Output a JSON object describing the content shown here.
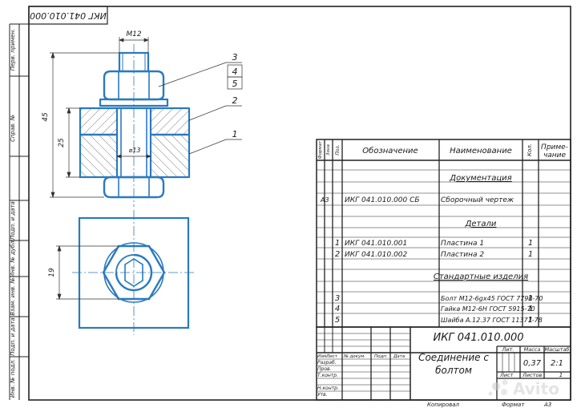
{
  "stamp_top": "ИКГ 041.010.000",
  "margin_labels": [
    "Перв. примен.",
    "Справ. №",
    "Подп. и дата",
    "Инв. № дубл.",
    "Взам. инв. №",
    "Подп. и дата",
    "Инв. № подл."
  ],
  "dimensions": {
    "thread": "M12",
    "height_total": "45",
    "height_plates": "25",
    "hole": "⌀13",
    "bottom_width": "19"
  },
  "leaders": [
    "3",
    "4",
    "5",
    "2",
    "1"
  ],
  "spec": {
    "headers": {
      "format": "Формат",
      "zone": "Зона",
      "pos": "Поз.",
      "designation": "Обозначение",
      "name": "Наименование",
      "qty": "Кол.",
      "note_line1": "Приме-",
      "note_line2": "чание"
    },
    "section_docs": "Документация",
    "section_parts": "Детали",
    "section_std": "Стандартные изделия",
    "rows": [
      {
        "fmt": "A3",
        "pos": "",
        "designation": "ИКГ 041.010.000 СБ",
        "name": "Сборочный чертеж",
        "qty": ""
      },
      {
        "fmt": "",
        "pos": "1",
        "designation": "ИКГ 041.010.001",
        "name": "Пластина 1",
        "qty": "1"
      },
      {
        "fmt": "",
        "pos": "2",
        "designation": "ИКГ 041.010.002",
        "name": "Пластина 2",
        "qty": "1"
      },
      {
        "fmt": "",
        "pos": "3",
        "designation": "",
        "name": "Болт М12-6gх45 ГОСТ 7798-70",
        "qty": "1"
      },
      {
        "fmt": "",
        "pos": "4",
        "designation": "",
        "name": "Гайка М12-6Н ГОСТ 5915-70",
        "qty": "1"
      },
      {
        "fmt": "",
        "pos": "5",
        "designation": "",
        "name": "Шайба А.12.37 ГОСТ 11371-78",
        "qty": "1"
      }
    ]
  },
  "title_block": {
    "designation": "ИКГ 041.010.000",
    "title_line1": "Соединение с",
    "title_line2": "болтом",
    "col_headers": [
      "Изм.",
      "Лист",
      "№ докум.",
      "Подп.",
      "Дата"
    ],
    "roles": [
      "Разраб.",
      "Пров.",
      "Т.контр.",
      "",
      "Н.контр.",
      "Утв."
    ],
    "lit_label": "Лит.",
    "mass_label": "Масса",
    "scale_label": "Масштаб",
    "mass_value": "0,37",
    "scale_value": "2:1",
    "sheet_label": "Лист",
    "sheets_label": "Листов",
    "sheets_value": "1"
  },
  "footer": {
    "copied": "Копировал",
    "format_label": "Формат",
    "format_value": "А3"
  },
  "watermark": "Avito"
}
